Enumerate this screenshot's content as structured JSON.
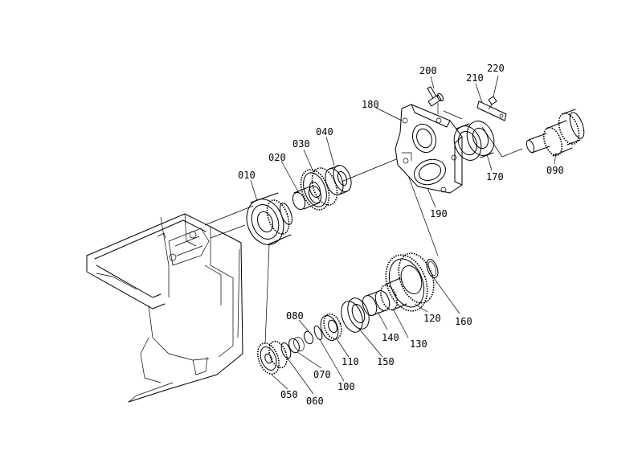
{
  "parts": [
    {
      "id": "010",
      "label": "010"
    },
    {
      "id": "020",
      "label": "020"
    },
    {
      "id": "030",
      "label": "030"
    },
    {
      "id": "040",
      "label": "040"
    },
    {
      "id": "050",
      "label": "050"
    },
    {
      "id": "060",
      "label": "060"
    },
    {
      "id": "070",
      "label": "070"
    },
    {
      "id": "080",
      "label": "080"
    },
    {
      "id": "090",
      "label": "090"
    },
    {
      "id": "100",
      "label": "100"
    },
    {
      "id": "110",
      "label": "110"
    },
    {
      "id": "120",
      "label": "120"
    },
    {
      "id": "130",
      "label": "130"
    },
    {
      "id": "140",
      "label": "140"
    },
    {
      "id": "150",
      "label": "150"
    },
    {
      "id": "160",
      "label": "160"
    },
    {
      "id": "170",
      "label": "170"
    },
    {
      "id": "180",
      "label": "180"
    },
    {
      "id": "190",
      "label": "190"
    },
    {
      "id": "200",
      "label": "200"
    },
    {
      "id": "210",
      "label": "210"
    },
    {
      "id": "220",
      "label": "220"
    }
  ]
}
